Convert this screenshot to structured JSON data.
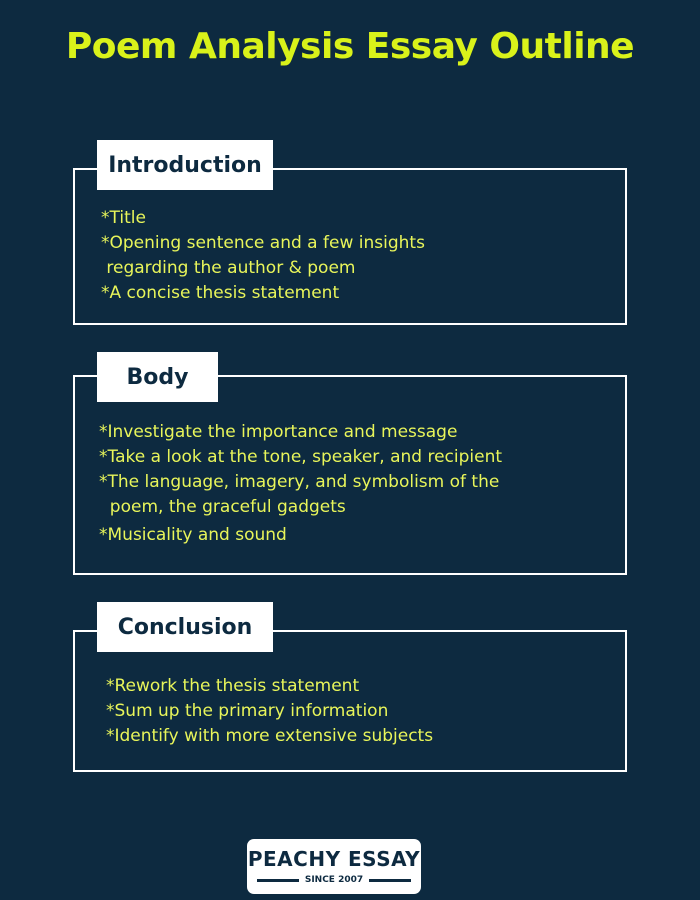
{
  "title": "Poem Analysis Essay Outline",
  "sections": [
    {
      "heading": "Introduction",
      "lines": [
        "*Title",
        "*Opening sentence and a few insights",
        " regarding the author & poem",
        "*A concise thesis statement"
      ]
    },
    {
      "heading": "Body",
      "lines": [
        "*Investigate the importance and message",
        "*Take a look at the tone, speaker, and recipient",
        "*The language, imagery, and symbolism of the",
        "  poem, the graceful gadgets",
        "*Musicality and sound"
      ]
    },
    {
      "heading": "Conclusion",
      "lines": [
        "*Rework the thesis statement",
        "*Sum up the primary information",
        "*Identify with more extensive subjects"
      ]
    }
  ],
  "logo": {
    "name": "PEACHY ESSAY",
    "since": "SINCE 2007"
  },
  "colors": {
    "background": "#0d2a40",
    "title": "#d9f21a",
    "text": "#e8f55a",
    "box_border": "#ffffff"
  }
}
